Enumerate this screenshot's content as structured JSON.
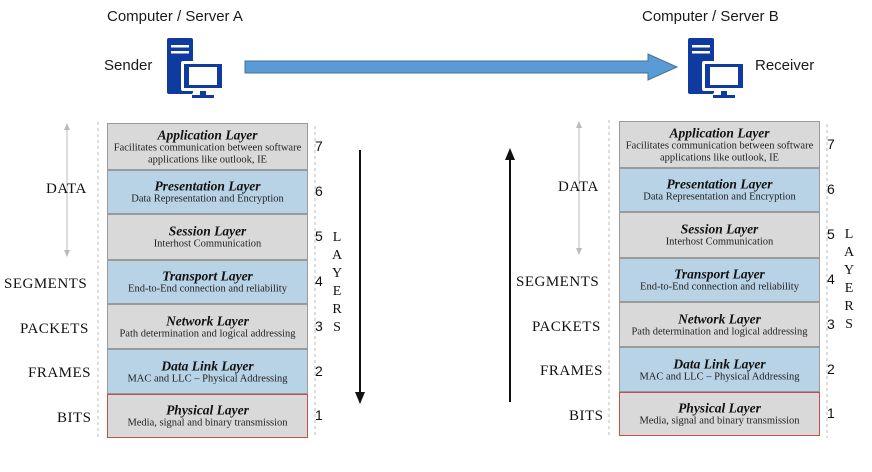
{
  "header": {
    "left_title": "Computer / Server A",
    "right_title": "Computer / Server B",
    "sender": "Sender",
    "receiver": "Receiver"
  },
  "colors": {
    "computer_icon": "#0f3aa0",
    "transfer_arrow": "#5b9bd5",
    "gray_layer": "#d9d9d9",
    "blue_layer": "#b8d2e6",
    "physical_border": "#c0504d"
  },
  "layers": [
    {
      "num": "7",
      "name": "Application Layer",
      "desc": "Facilitates communication between software applications like outlook, IE",
      "style": "gray"
    },
    {
      "num": "6",
      "name": "Presentation Layer",
      "desc": "Data Representation and Encryption",
      "style": "blue"
    },
    {
      "num": "5",
      "name": "Session Layer",
      "desc": "Interhost Communication",
      "style": "gray"
    },
    {
      "num": "4",
      "name": "Transport Layer",
      "desc": "End-to-End connection and reliability",
      "style": "blue"
    },
    {
      "num": "3",
      "name": "Network Layer",
      "desc": "Path determination and logical addressing",
      "style": "gray"
    },
    {
      "num": "2",
      "name": "Data Link Layer",
      "desc": "MAC and LLC – Physical Addressing",
      "style": "blue"
    },
    {
      "num": "1",
      "name": "Physical Layer",
      "desc": "Media, signal and binary transmission",
      "style": "phys"
    }
  ],
  "units": {
    "data": "DATA",
    "segments": "SEGMENTS",
    "packets": "PACKETS",
    "frames": "FRAMES",
    "bits": "BITS"
  },
  "layers_vertical_label": "LAYERS",
  "icons": {
    "sender_computer": "computer-server-icon",
    "receiver_computer": "computer-server-icon",
    "transfer": "arrow-right-icon",
    "down": "arrow-down-icon",
    "up": "arrow-up-icon"
  }
}
